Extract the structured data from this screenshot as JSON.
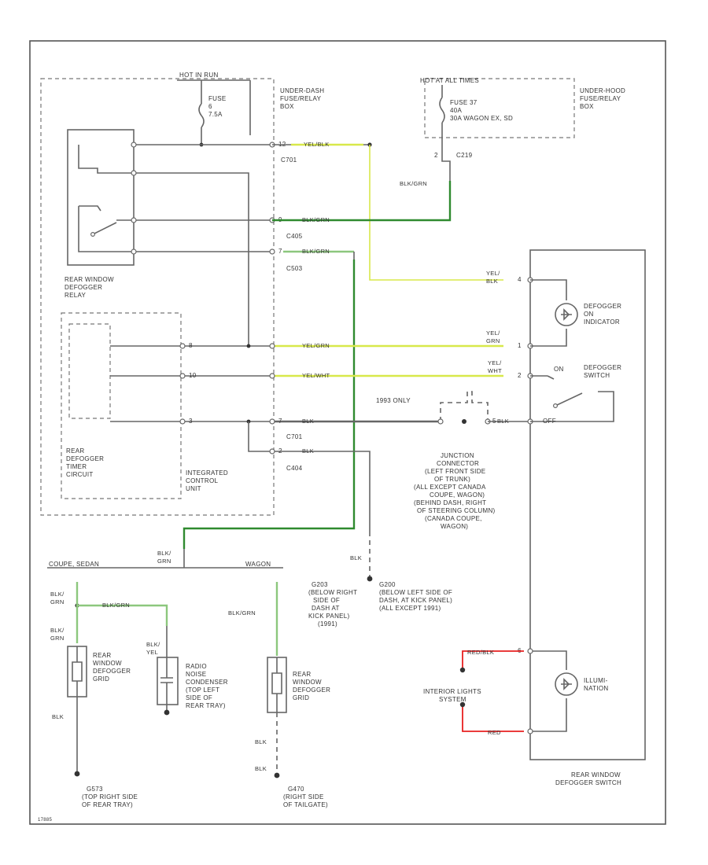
{
  "top_fuse": {
    "feed": "HOT IN RUN",
    "label_lines": [
      "FUSE",
      "6",
      "7.5A"
    ]
  },
  "under_dash_box": [
    "UNDER-DASH",
    "FUSE/RELAY",
    "BOX"
  ],
  "under_hood": {
    "feed": "HOT AT ALL TIMES",
    "label_lines": [
      "FUSE 37",
      "40A",
      "30A   WAGON EX, SD"
    ],
    "box": [
      "UNDER-HOOD",
      "FUSE/RELAY",
      "BOX"
    ],
    "pin": "2",
    "conn": "C219"
  },
  "connectors": {
    "c701": "C701",
    "c405": "C405",
    "c503": "C503",
    "c701b": "C701",
    "c404": "C404"
  },
  "pins": {
    "p12": "12",
    "p9": "9",
    "p7": "7",
    "p8": "8",
    "p10": "10",
    "p3": "3",
    "p7b": "7",
    "p2": "2",
    "p5": "5",
    "p4": "4",
    "p1": "1",
    "p2b": "2",
    "p6": "6"
  },
  "wires": {
    "yel_blk": "YEL/BLK",
    "blk_grn_1": "BLK/GRN",
    "blk_grn_2": "BLK/GRN",
    "blk_grn_3": "BLK/GRN",
    "yel_grn": "YEL/GRN",
    "yel_wht": "YEL/WHT",
    "blk_1": "BLK",
    "blk_2": "BLK",
    "yel_blk_r": [
      "YEL/",
      "BLK"
    ],
    "yel_grn_r": [
      "YEL/",
      "GRN"
    ],
    "yel_wht_r": [
      "YEL/",
      "WHT"
    ],
    "blk_r": "BLK",
    "blk_grn_l": [
      "BLK/",
      "GRN"
    ],
    "blk_grn_l2": [
      "BLK/",
      "GRN"
    ],
    "blk_grn_mid": "BLK/GRN",
    "blk_grn_horiz": "BLK/GRN",
    "blk_grn_w": "BLK/GRN",
    "blk_yel": [
      "BLK/",
      "YEL"
    ],
    "blk_down": "BLK",
    "blk_left": [
      "BLK/",
      "GRN"
    ],
    "blk_l3": "BLK",
    "blk_w1": "BLK",
    "blk_w2": "BLK",
    "red_blk": "RED/BLK",
    "red": "RED"
  },
  "relay_label": [
    "REAR WINDOW",
    "DEFOGGER",
    "RELAY"
  ],
  "timer_label": [
    "REAR",
    "DEFOGGER",
    "TIMER",
    "CIRCUIT"
  ],
  "icu_label": [
    "INTEGRATED",
    "CONTROL",
    "UNIT"
  ],
  "switch_assembly": [
    "REAR WINDOW",
    "DEFOGGER SWITCH"
  ],
  "defogger_indicator": [
    "DEFOGGER",
    "ON",
    "INDICATOR"
  ],
  "defogger_switch": [
    "DEFOGGER",
    "SWITCH"
  ],
  "on_label": "ON",
  "off_label": "OFF",
  "only_1993": "1993 ONLY",
  "junction": [
    "JUNCTION",
    "CONNECTOR",
    "(LEFT FRONT SIDE",
    "OF TRUNK)",
    "(ALL EXCEPT CANADA",
    "COUPE, WAGON)",
    "(BEHIND DASH, RIGHT",
    "OF STEERING COLUMN)",
    "(CANADA COUPE,",
    "WAGON)"
  ],
  "g203": [
    "G203",
    "(BELOW RIGHT",
    "SIDE OF",
    "DASH AT",
    "KICK PANEL)",
    "(1991)"
  ],
  "g200": [
    "G200",
    "(BELOW LEFT SIDE OF",
    "DASH, AT KICK PANEL)",
    "(ALL EXCEPT 1991)"
  ],
  "coupe_sedan": "COUPE, SEDAN",
  "wagon": "WAGON",
  "grid_cs": [
    "REAR",
    "WINDOW",
    "DEFOGGER",
    "GRID"
  ],
  "condenser": [
    "RADIO",
    "NOISE",
    "CONDENSER",
    "(TOP LEFT",
    "SIDE OF",
    "REAR TRAY)"
  ],
  "grid_w": [
    "REAR",
    "WINDOW",
    "DEFOGGER",
    "GRID"
  ],
  "illumination": [
    "ILLUMI-",
    "NATION"
  ],
  "interior_lights": [
    "INTERIOR LIGHTS",
    "SYSTEM"
  ],
  "g573": [
    "G573",
    "(TOP RIGHT SIDE",
    "OF REAR TRAY)"
  ],
  "g470": [
    "G470",
    "(RIGHT SIDE",
    "OF TAILGATE)"
  ],
  "diagram_code": "17885"
}
